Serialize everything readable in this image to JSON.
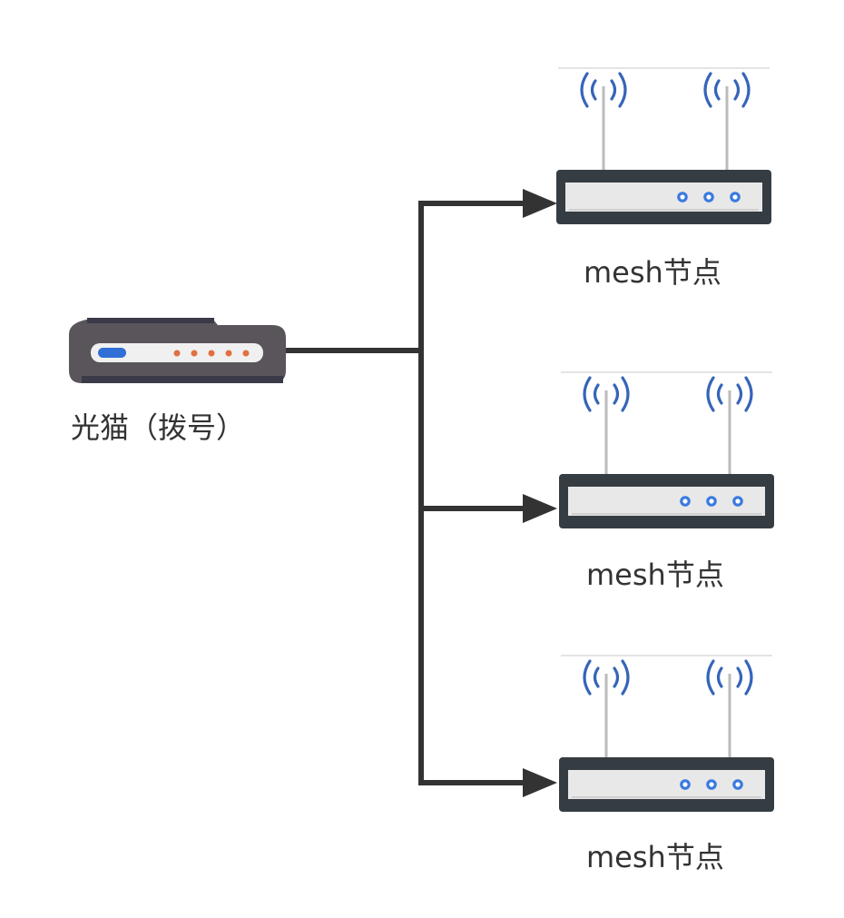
{
  "diagram": {
    "type": "network-topology",
    "colors": {
      "connector": "#333333",
      "modem_body": "#5a545b",
      "modem_body_shadow": "#3a3a48",
      "modem_panel": "#f0f0f0",
      "modem_indicator": "#2f6fd6",
      "modem_leds": "#e07040",
      "router_frame": "#363d42",
      "router_panel": "#e8e8e8",
      "router_leds": "#3a7ae0",
      "antenna": "#bbbbbb",
      "wifi_signal": "#3565b8",
      "label_text": "#333333"
    },
    "modem": {
      "label": "光猫（拨号）",
      "icon": "modem-icon",
      "led_count": 5
    },
    "nodes": [
      {
        "label": "mesh节点",
        "icon": "wireless-router-icon",
        "led_count": 3
      },
      {
        "label": "mesh节点",
        "icon": "wireless-router-icon",
        "led_count": 3
      },
      {
        "label": "mesh节点",
        "icon": "wireless-router-icon",
        "led_count": 3
      }
    ],
    "edges": [
      {
        "from": "modem",
        "to": "node-0"
      },
      {
        "from": "modem",
        "to": "node-1"
      },
      {
        "from": "modem",
        "to": "node-2"
      }
    ]
  }
}
